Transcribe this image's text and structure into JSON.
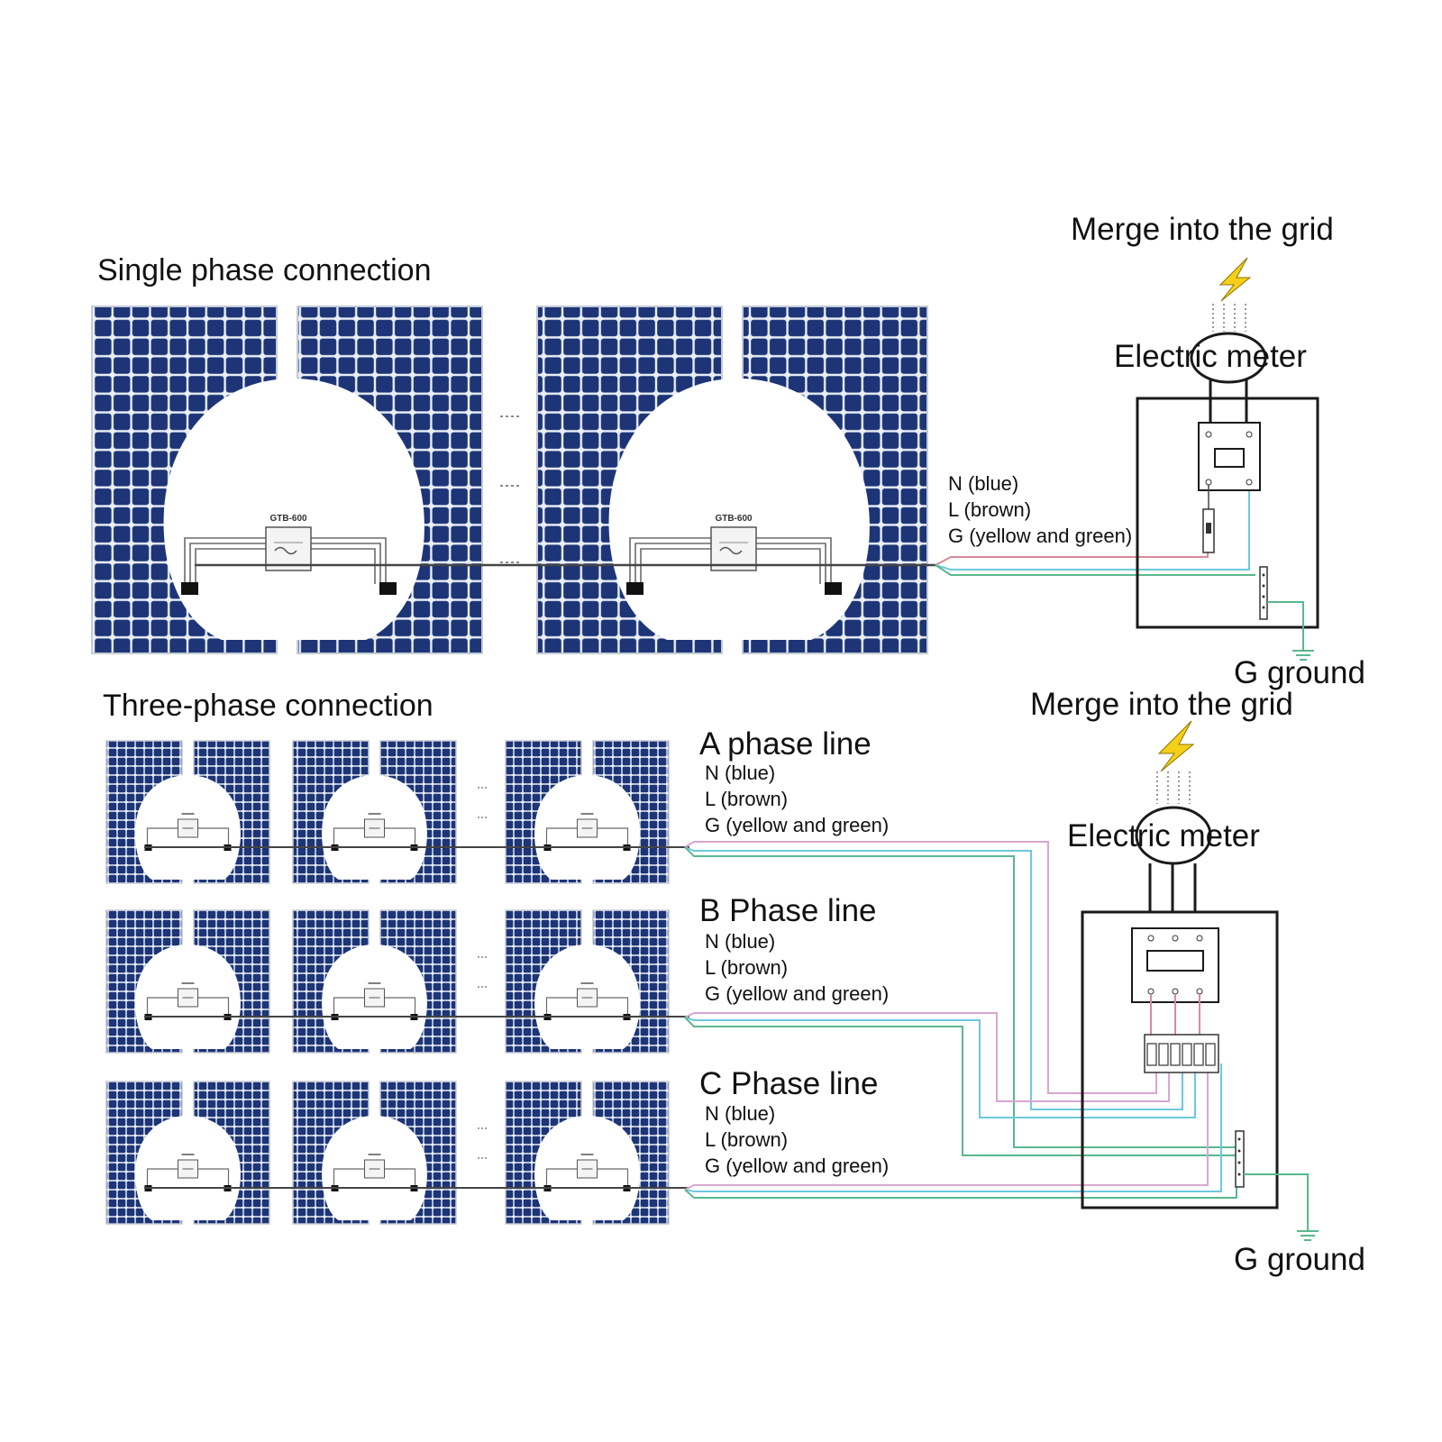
{
  "single_phase": {
    "title": "Single phase connection",
    "grid_label": "Merge into the grid",
    "meter_label": "Electric meter",
    "ground_label": "G ground",
    "inverter_label": "GTB-600",
    "wires": {
      "n": "N (blue)",
      "l": "L (brown)",
      "g": "G (yellow and  green)"
    }
  },
  "three_phase": {
    "title": "Three-phase connection",
    "grid_label": "Merge into the grid",
    "meter_label": "Electric meter",
    "ground_label": "G ground",
    "phases": [
      {
        "title": "A phase line",
        "n": "N (blue)",
        "l": "L (brown)",
        "g": "G (yellow and  green)"
      },
      {
        "title": "B Phase line",
        "n": "N (blue)",
        "l": "L (brown)",
        "g": "G (yellow and  green)"
      },
      {
        "title": "C Phase line",
        "n": "N (blue)",
        "l": "L (brown)",
        "g": "G (yellow and  green)"
      }
    ]
  },
  "colors": {
    "panel": "#1d3577",
    "wire_brown": "#d98a9a",
    "wire_blue": "#6cc9dd",
    "wire_green": "#59b88e",
    "lightning": "#f5cf18"
  }
}
